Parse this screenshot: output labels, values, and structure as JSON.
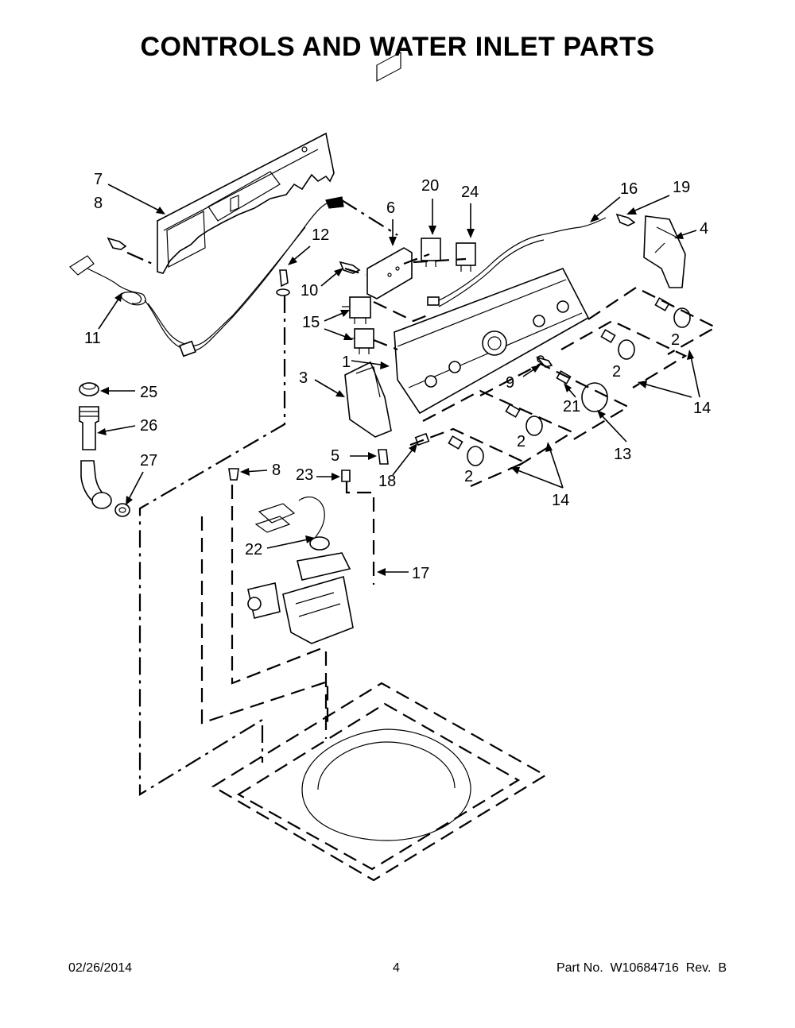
{
  "page": {
    "title": "CONTROLS AND WATER INLET PARTS"
  },
  "callouts": [
    {
      "label": "7"
    },
    {
      "label": "8"
    },
    {
      "label": "6"
    },
    {
      "label": "20"
    },
    {
      "label": "24"
    },
    {
      "label": "16"
    },
    {
      "label": "19"
    },
    {
      "label": "4"
    },
    {
      "label": "12"
    },
    {
      "label": "10"
    },
    {
      "label": "11"
    },
    {
      "label": "15"
    },
    {
      "label": "1"
    },
    {
      "label": "3"
    },
    {
      "label": "9"
    },
    {
      "label": "2"
    },
    {
      "label": "2"
    },
    {
      "label": "2"
    },
    {
      "label": "21"
    },
    {
      "label": "14"
    },
    {
      "label": "13"
    },
    {
      "label": "2"
    },
    {
      "label": "2"
    },
    {
      "label": "14"
    },
    {
      "label": "25"
    },
    {
      "label": "26"
    },
    {
      "label": "27"
    },
    {
      "label": "5"
    },
    {
      "label": "18"
    },
    {
      "label": "8"
    },
    {
      "label": "23"
    },
    {
      "label": "22"
    },
    {
      "label": "17"
    }
  ],
  "footer": {
    "date": "02/26/2014",
    "page_number": "4",
    "part_number": "Part No.  W10684716  Rev.  B"
  }
}
